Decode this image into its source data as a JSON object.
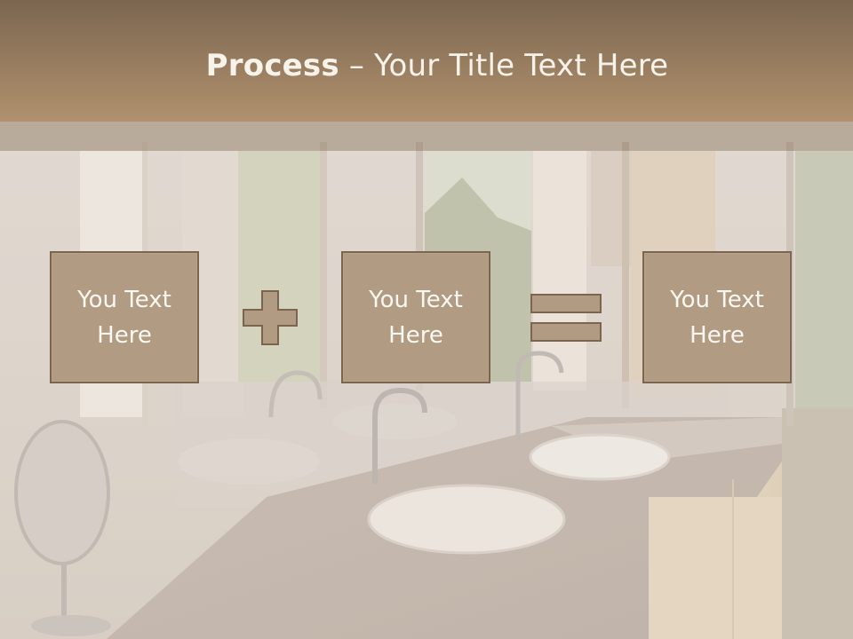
{
  "slide": {
    "title_bold": "Process",
    "title_sep": " – ",
    "title_rest": "Your Title Text Here",
    "boxes": [
      {
        "text": "You Text Here"
      },
      {
        "text": "You Text Here"
      },
      {
        "text": "You Text Here"
      }
    ],
    "operators": [
      "plus-icon",
      "equals-icon"
    ]
  },
  "colors": {
    "header_top": "#7b6650",
    "header_bottom": "#b1916d",
    "box_fill": "#b19b82",
    "box_border": "#7c6550",
    "text": "#fbf7f1"
  }
}
